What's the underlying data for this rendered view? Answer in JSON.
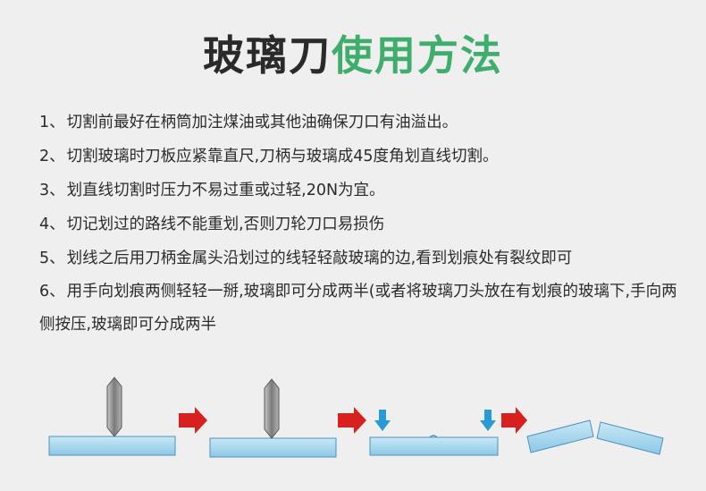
{
  "title": {
    "part1": "玻璃刀",
    "part2": "使用方法"
  },
  "steps": [
    {
      "num": "1、",
      "text": "切割前最好在柄筒加注煤油或其他油确保刀口有油溢出。"
    },
    {
      "num": "2、",
      "text": "切割玻璃时刀板应紧靠直尺,刀柄与玻璃成45度角划直线切割。"
    },
    {
      "num": "3、",
      "text": "划直线切割时压力不易过重或过轻,20N为宜。"
    },
    {
      "num": "4、",
      "text": "切记划过的路线不能重划,否则刀轮刀口易损伤"
    },
    {
      "num": "5、",
      "text": "划线之后用刀柄金属头沿划过的线轻轻敲玻璃的边,看到划痕处有裂纹即可"
    },
    {
      "num": "6、",
      "text": "用手向划痕两侧轻轻一掰,玻璃即可分成两半(或者将玻璃刀头放在有划痕的玻璃下,手向两侧按压,玻璃即可分成两半"
    }
  ],
  "colors": {
    "title_accent": "#3fae6d",
    "glass": "#a8d6ec",
    "glass_edge": "#4f92bd",
    "arrow_red": "#d8201f",
    "arrow_blue": "#2a9ad6",
    "blade": "#8a8a8a"
  },
  "diagram_icons": [
    "glass-cutter-icon",
    "red-arrow-icon",
    "blue-down-arrow-icon",
    "glass-pane-icon"
  ]
}
